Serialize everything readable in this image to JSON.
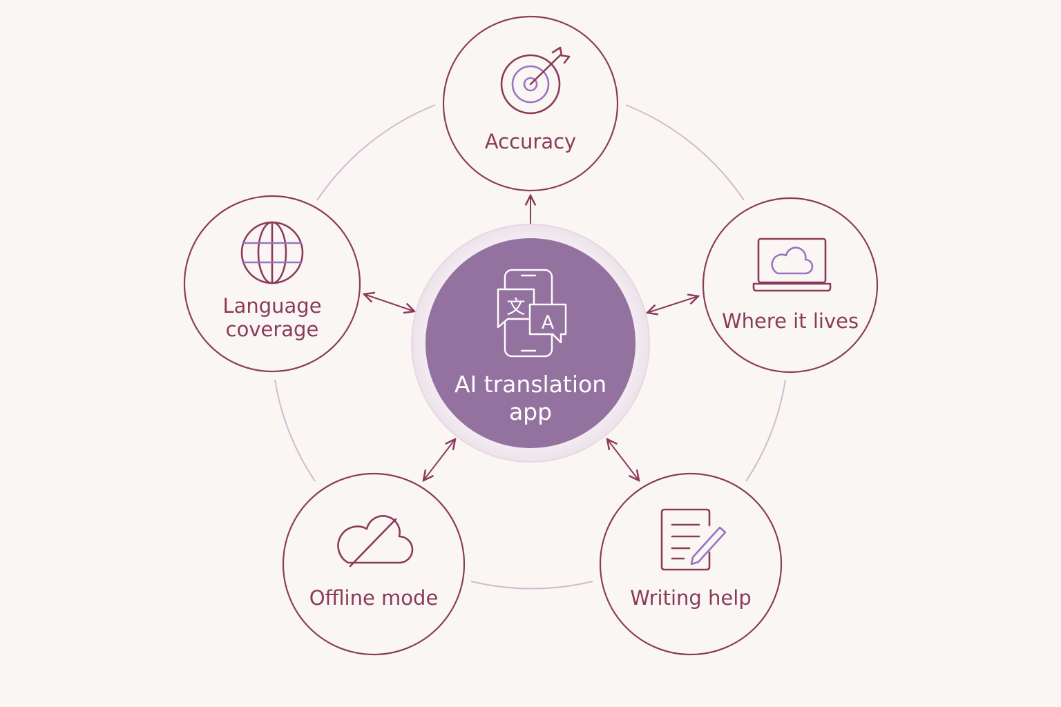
{
  "center": {
    "label": "AI translation app",
    "icon": "phone-translate-icon",
    "glyph_source": "文",
    "glyph_target": "A"
  },
  "nodes": [
    {
      "key": "accuracy",
      "label": "Accuracy",
      "icon": "target-icon"
    },
    {
      "key": "where_it_lives",
      "label": "Where it lives",
      "icon": "laptop-cloud-icon"
    },
    {
      "key": "writing_help",
      "label": "Writing help",
      "icon": "document-pencil-icon"
    },
    {
      "key": "offline_mode",
      "label": "Offline mode",
      "icon": "cloud-off-icon"
    },
    {
      "key": "language_coverage",
      "label": "Language coverage",
      "icon": "globe-icon"
    }
  ],
  "colors": {
    "background": "#f9f6f4",
    "node_stroke": "#8c3a5c",
    "node_text": "#8c3a5c",
    "icon_accent": "#9a72c0",
    "center_fill": "#94729f",
    "ring": "#d2b9d2"
  }
}
